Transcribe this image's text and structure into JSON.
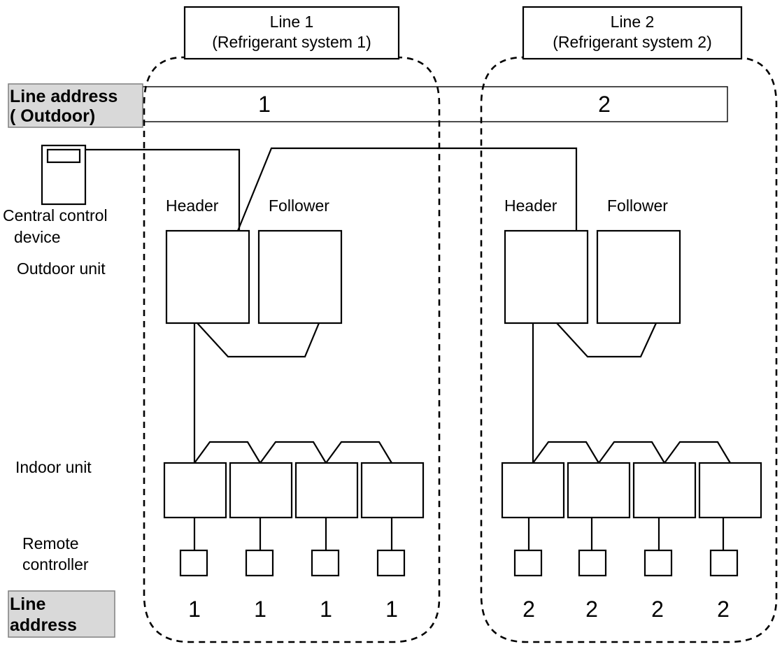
{
  "systems": [
    {
      "line_label": "Line 1",
      "system_label": "(Refrigerant system 1)",
      "outdoor_address": "1",
      "header_label": "Header",
      "follower_label": "Follower",
      "indoor_addresses": [
        "1",
        "1",
        "1",
        "1"
      ]
    },
    {
      "line_label": "Line 2",
      "system_label": "(Refrigerant system 2)",
      "outdoor_address": "2",
      "header_label": "Header",
      "follower_label": "Follower",
      "indoor_addresses": [
        "2",
        "2",
        "2",
        "2"
      ]
    }
  ],
  "legend": {
    "line_address_outdoor_1": "Line address",
    "line_address_outdoor_2": "( Outdoor)",
    "central_control_1": "Central control",
    "central_control_2": "device",
    "outdoor_unit": "Outdoor unit",
    "indoor_unit": "Indoor unit",
    "remote_1": "Remote",
    "remote_2": "controller",
    "line_address_1": "Line",
    "line_address_2": "address"
  }
}
